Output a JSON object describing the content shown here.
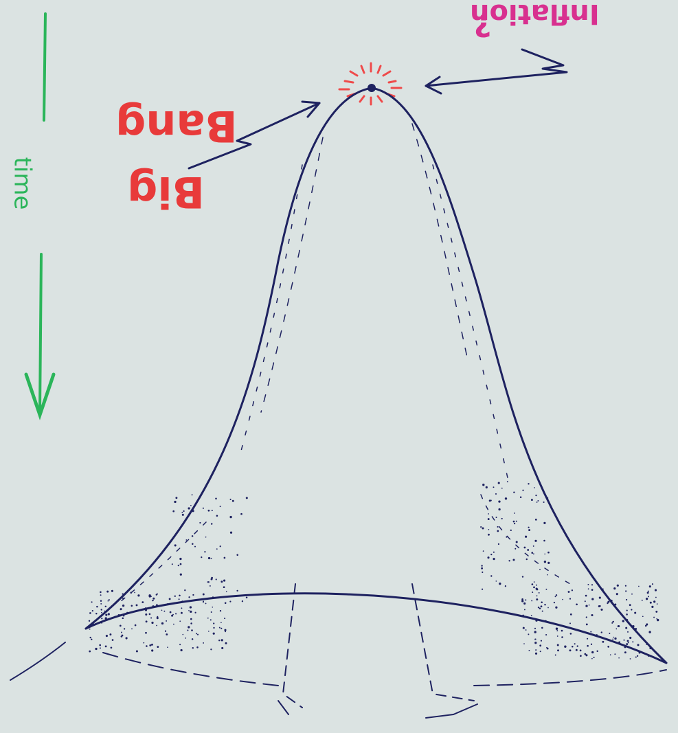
{
  "labels": {
    "big": "Big",
    "bang": "Bang",
    "inflation": "Inflation",
    "question": "?",
    "time": "time"
  },
  "colors": {
    "background": "#dbe3e2",
    "ink": "#1e2260",
    "big_bang_red": "#e83a3a",
    "inflation_magenta": "#d8308f",
    "time_green": "#2bb55a",
    "burst_red": "#ef4a4a"
  },
  "icons": {
    "time_arrow": "arrow-down-icon",
    "pointer_big_bang": "zigzag-arrow-icon",
    "pointer_inflation": "zigzag-arrow-icon"
  }
}
